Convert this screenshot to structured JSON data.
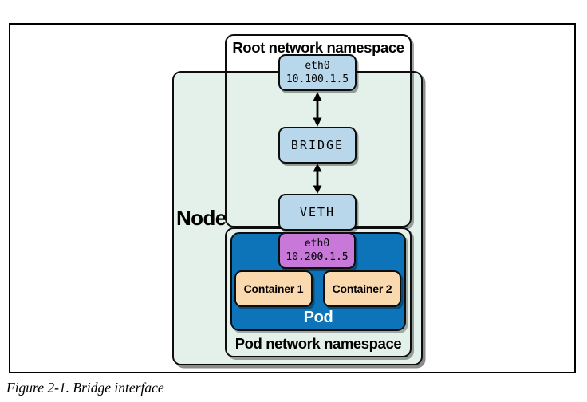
{
  "figure": {
    "caption": "Figure 2-1. Bridge interface"
  },
  "diagram": {
    "node_label": "Node",
    "root_namespace_label": "Root network namespace",
    "pod_namespace_label": "Pod network namespace",
    "boxes": {
      "eth0_root": {
        "name": "eth0",
        "ip": "10.100.1.5"
      },
      "bridge": {
        "label": "BRIDGE"
      },
      "veth": {
        "label": "VETH"
      },
      "eth0_pod": {
        "name": "eth0",
        "ip": "10.200.1.5"
      },
      "container1": {
        "label": "Container 1"
      },
      "container2": {
        "label": "Container 2"
      },
      "pod": {
        "label": "Pod"
      }
    },
    "colors": {
      "border": "#0d0d0d",
      "node_fill": "#e4f1ea",
      "interface_fill": "#b9d7ea",
      "pod_fill": "#0d74ba",
      "pod_eth_fill": "#c778d8",
      "container_fill": "#fbd9ae",
      "pod_label_text": "#ffffff"
    }
  }
}
